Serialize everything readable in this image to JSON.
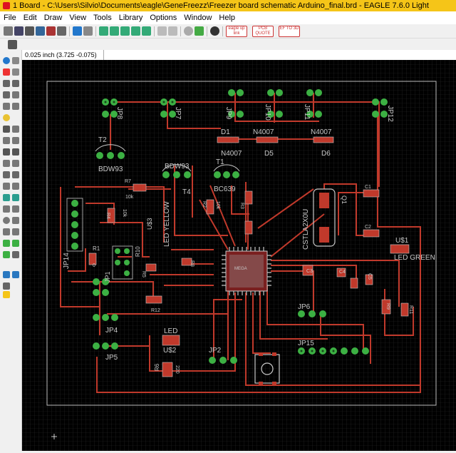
{
  "window": {
    "title": "1 Board - C:\\Users\\Silvio\\Documents\\eagle\\GeneFreezz\\Freezer board schematic Arduino_final.brd - EAGLE 7.6.0 Light"
  },
  "menu": [
    "File",
    "Edit",
    "Draw",
    "View",
    "Tools",
    "Library",
    "Options",
    "Window",
    "Help"
  ],
  "toolbar": {
    "eagle_up": "eagle up link",
    "pcb_quote": "PCB QUOTE",
    "to3d": "EF TO 3D"
  },
  "coordinate": "0.025 inch (3.725 -0.075)",
  "colors": {
    "board_bg": "#000000",
    "pad_green": "#3cb043",
    "trace_red": "#c0392b",
    "silk": "#c8c8c8"
  },
  "board": {
    "labels": {
      "jp8": "JP8",
      "jp7": "JP7",
      "jp9": "JP9",
      "jp10": "JP10",
      "jp11": "JP11",
      "jp12": "JP12",
      "d1": "D1",
      "n4007a": "N4007",
      "n4007b": "N4007",
      "n4007c": "N4007",
      "d5": "D5",
      "d6": "D6",
      "t2": "T2",
      "bdw93a": "BDW93",
      "bdw93b": "BDW93",
      "t1": "T1",
      "t4": "T4",
      "bc639": "BC639",
      "r7": "R7",
      "r7v": "10k",
      "r4": "R4",
      "r4v": "10k",
      "r2": "R2",
      "r2v": "10k",
      "r3": "R3",
      "u3": "U$3",
      "ledyellow": "LED YELLOW",
      "crystal": "CSTLA2X0U",
      "q1": "Q1",
      "c1": "C1",
      "c2": "C2",
      "u1": "U$1",
      "ledgreen": "LED GREEN",
      "jp14": "JP14",
      "r1": "R1",
      "r1v": "0",
      "r10": "R10",
      "jp1": "JP1",
      "r12": "R12",
      "r5": "R5",
      "c3": "C3",
      "c4": "C4",
      "c5": "C5",
      "r8": "R8",
      "r9": "R9",
      "r11": "R11",
      "jp6": "JP6",
      "jp15": "JP15",
      "jp4": "JP4",
      "jp5": "JP5",
      "jp2": "JP2",
      "led": "LED",
      "u2": "U$2",
      "r6": "R6",
      "r6v": "220",
      "mcu": "MEGA"
    }
  }
}
